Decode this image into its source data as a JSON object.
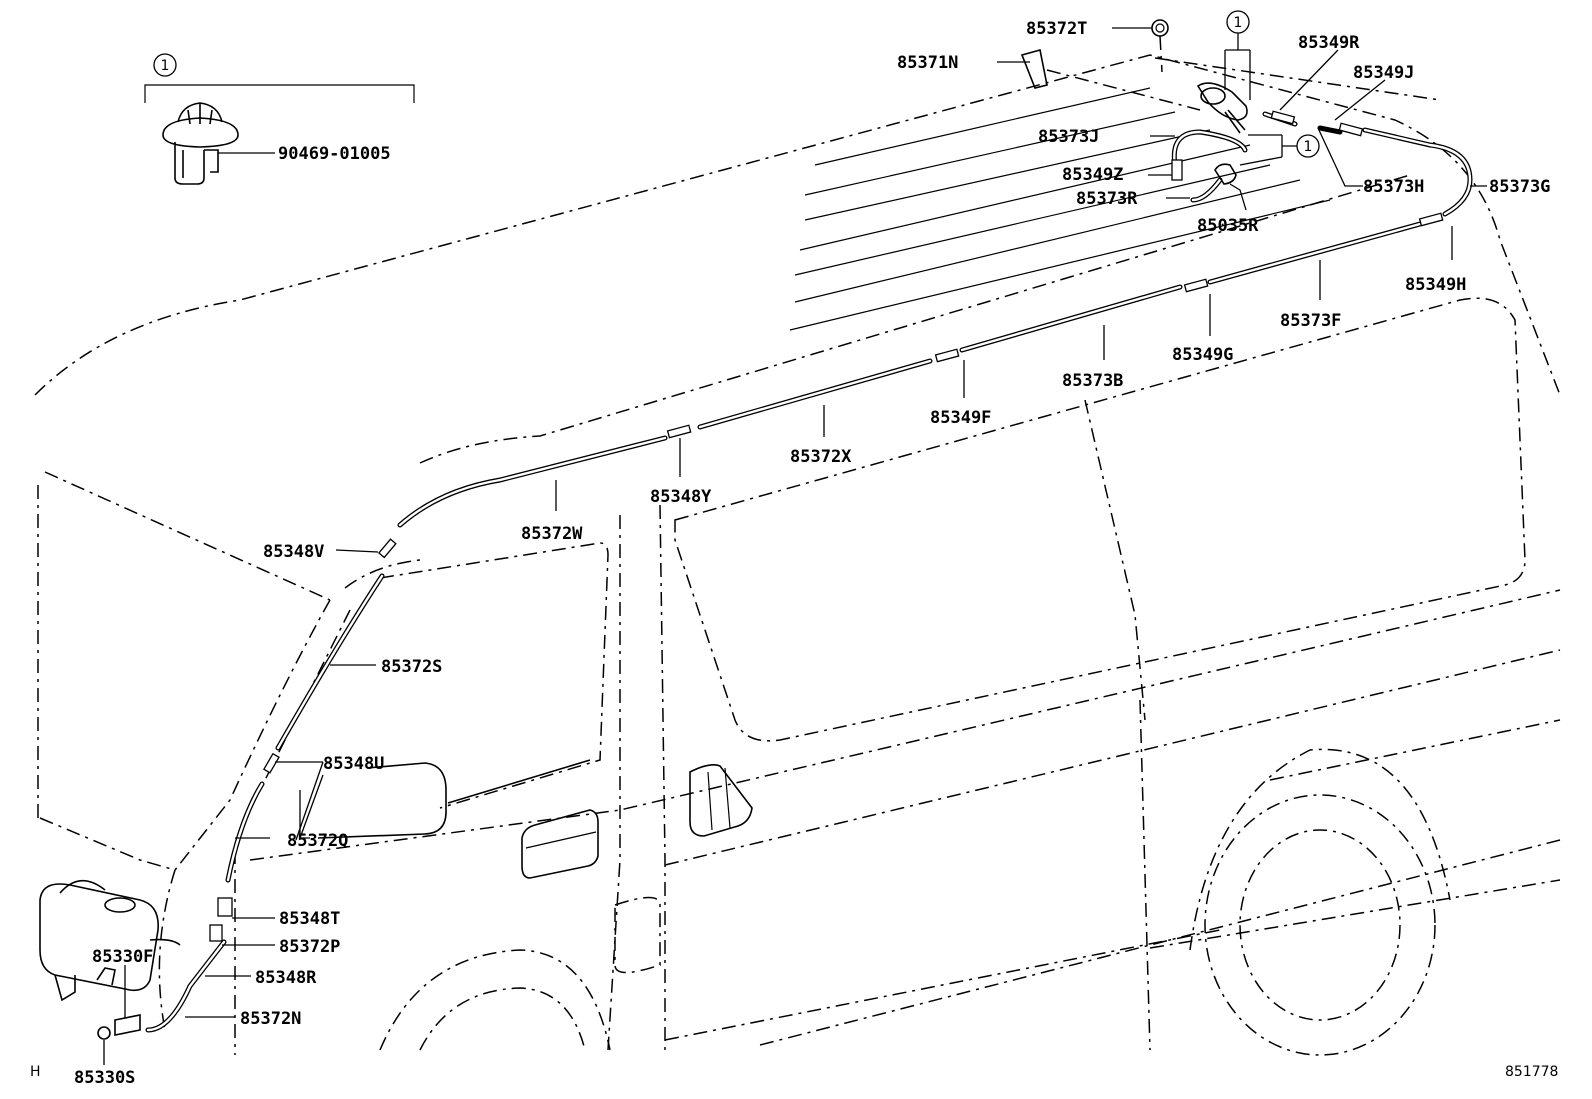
{
  "legend": {
    "number": "1",
    "part": "90469-01005"
  },
  "callouts": [
    {
      "id": "c1",
      "text": "1"
    },
    {
      "id": "c2",
      "text": "1"
    }
  ],
  "labels": {
    "p85372T": "85372T",
    "p85371N": "85371N",
    "p85349R": "85349R",
    "p85349J": "85349J",
    "p85373J": "85373J",
    "p85349Z": "85349Z",
    "p85373R": "85373R",
    "p85035R": "85035R",
    "p85373H": "85373H",
    "p85373G": "85373G",
    "p85349H": "85349H",
    "p85373F": "85373F",
    "p85349G": "85349G",
    "p85373B": "85373B",
    "p85349F": "85349F",
    "p85372X": "85372X",
    "p85348Y": "85348Y",
    "p85372W": "85372W",
    "p85348V": "85348V",
    "p85372S": "85372S",
    "p85348U": "85348U",
    "p85372Q": "85372Q",
    "p85348T": "85348T",
    "p85372P": "85372P",
    "p85330F": "85330F",
    "p85348R": "85348R",
    "p85372N": "85372N",
    "p85330S": "85330S"
  },
  "corner_left": "H",
  "figure_code": "851778"
}
